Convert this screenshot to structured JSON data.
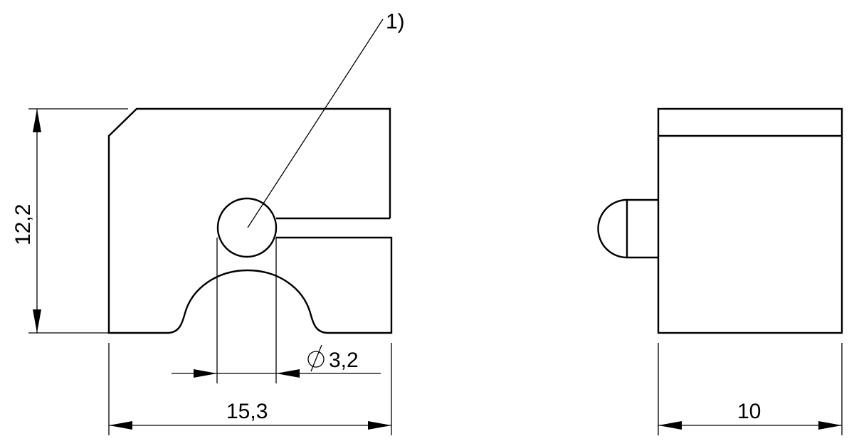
{
  "drawing": {
    "front_view": {
      "callout_label": "1)",
      "height_dimension": "12,2",
      "width_dimension": "15,3",
      "hole_diameter_dimension": "3,2",
      "diameter_symbol": "diameter-symbol"
    },
    "side_view": {
      "width_dimension": "10"
    },
    "colors": {
      "line": "#000000",
      "background": "#ffffff"
    }
  }
}
